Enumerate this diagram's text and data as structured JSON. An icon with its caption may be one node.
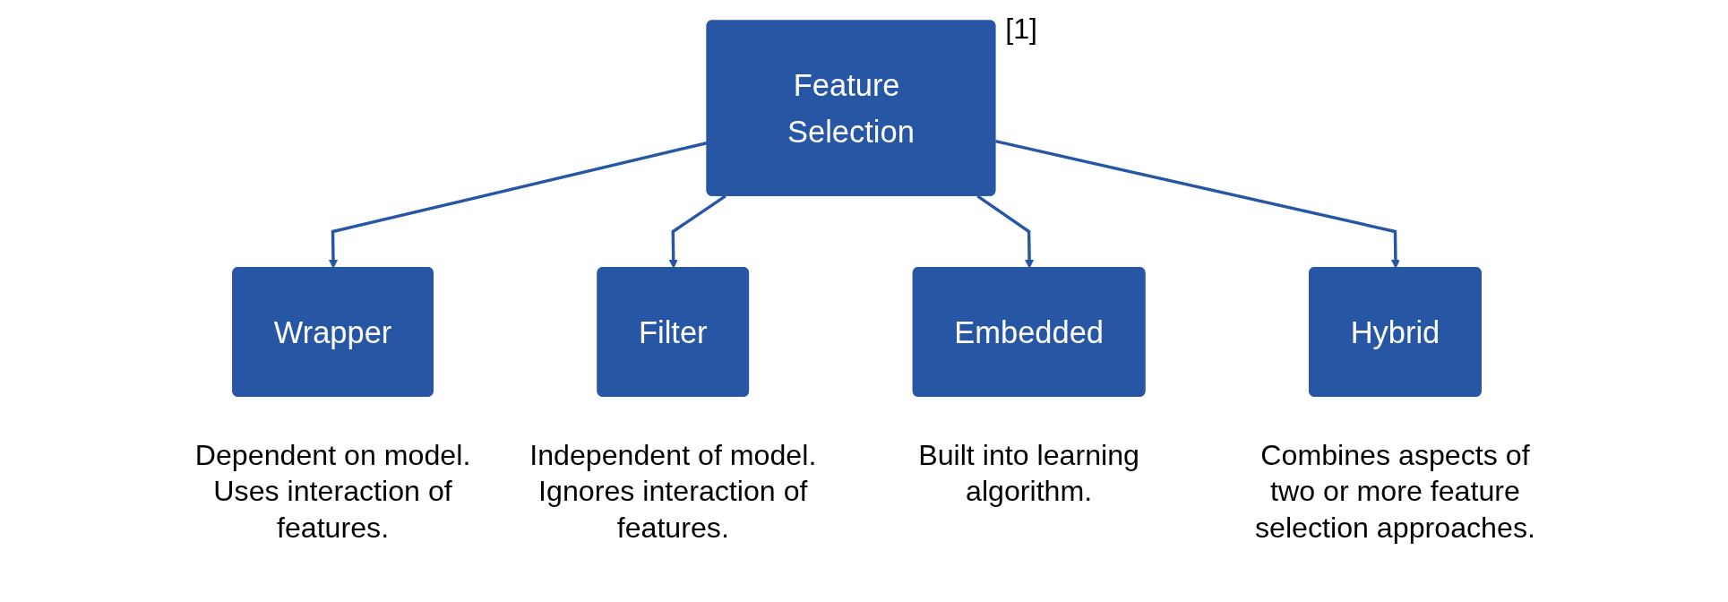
{
  "diagram": {
    "nodes": [
      {
        "text": [
          "Feature Selection"
        ],
        "beside": [
          "[1]"
        ]
      },
      {
        "text": [
          "Wrapper"
        ],
        "beside": [
          "Dependent on model. Uses interaction of features."
        ]
      },
      {
        "text": [
          "Filter"
        ],
        "beside": [
          "Independent of model. Ignores interaction of features."
        ]
      },
      {
        "text": [
          "Embedded"
        ],
        "beside": [
          "Built into learning algorithm."
        ]
      },
      {
        "text": [
          "Hybrid"
        ],
        "beside": [
          "Combines aspects of two or more feature selection approaches."
        ]
      }
    ],
    "edges": [
      {
        "from": 0,
        "to": 1,
        "arrow": "to"
      },
      {
        "from": 0,
        "to": 2,
        "arrow": "to"
      },
      {
        "from": 0,
        "to": 3,
        "arrow": "to"
      },
      {
        "from": 0,
        "to": 4,
        "arrow": "to"
      }
    ]
  }
}
